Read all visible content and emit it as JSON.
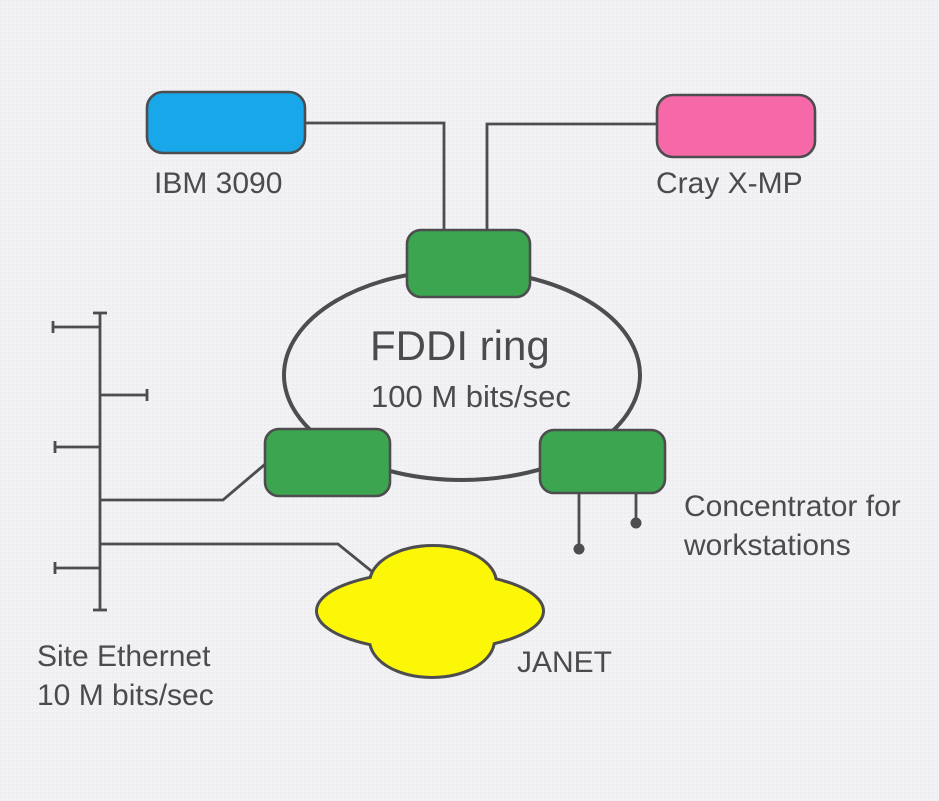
{
  "diagram": {
    "colors": {
      "background": "#f2f2f4",
      "halftone_dot": "#d3d7e0",
      "line": "#4d4d4f",
      "text": "#4b4b4d",
      "ibm_blue": "#18a7e9",
      "cray_pink": "#f768a8",
      "concentrator_green": "#3ba64f",
      "janet_yellow": "#fcf607"
    },
    "ring": {
      "label": "FDDI ring",
      "speed": "100 M bits/sec"
    },
    "nodes": {
      "ibm3090": {
        "label": "IBM 3090"
      },
      "cray_xmp": {
        "label": "Cray X-MP"
      },
      "janet": {
        "label": "JANET"
      }
    },
    "captions": {
      "concentrator_line1": "Concentrator for",
      "concentrator_line2": "workstations",
      "ethernet_line1": "Site Ethernet",
      "ethernet_line2": "10 M bits/sec"
    }
  }
}
